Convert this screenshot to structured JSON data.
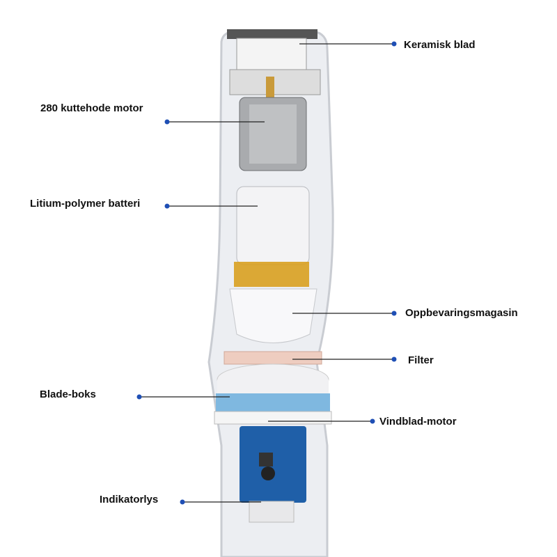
{
  "labels": {
    "ceramic_blade": "Keramisk blad",
    "motor": "280 kuttehode motor",
    "battery": "Litium-polymer batteri",
    "storage": "Oppbevaringsmagasin",
    "filter": "Filter",
    "blade_box": "Blade-boks",
    "fan_motor": "Vindblad-motor",
    "indicator": "Indikatorlys"
  },
  "colors": {
    "dot": "#1f4fb5",
    "line": "#222222",
    "blue_band": "#7fb8e0",
    "pcb": "#1f5fa8",
    "kapton": "#d9a020"
  }
}
